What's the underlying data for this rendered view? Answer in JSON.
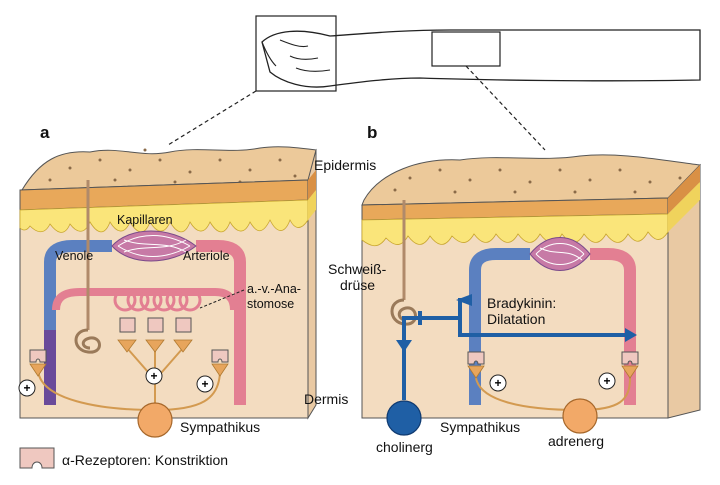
{
  "panels": {
    "a": "a",
    "b": "b"
  },
  "layers": {
    "epidermis": "Epidermis",
    "dermis": "Dermis"
  },
  "panel_a": {
    "capillaries": "Kapillaren",
    "venule": "Venole",
    "arteriole": "Arteriole",
    "anastomosis_line1": "a.-v.-Ana-",
    "anastomosis_line2": "stomose",
    "sympathetic": "Sympathikus"
  },
  "panel_b": {
    "sweat_gland_line1": "Schweiß-",
    "sweat_gland_line2": "drüse",
    "bradykinin_line1": "Bradykinin:",
    "bradykinin_line2": "Dilatation",
    "cholinergic": "cholinerg",
    "sympathetic": "Sympathikus",
    "adrenergic": "adrenerg"
  },
  "legend": {
    "receptor_label": "α-Rezeptoren: Konstriktion"
  },
  "symbols": {
    "plus": "+"
  },
  "colors": {
    "skin_surface": "#ecc99a",
    "skin_band": "#e8a85a",
    "dermis": "#f3dcc0",
    "yellow_layer": "#fae57a",
    "artery": "#e37f92",
    "vein": "#5b80c0",
    "nerve": "#e7a55c",
    "cholinergic_nerve": "#1f5fa5",
    "receptor": "#efc8c0"
  }
}
